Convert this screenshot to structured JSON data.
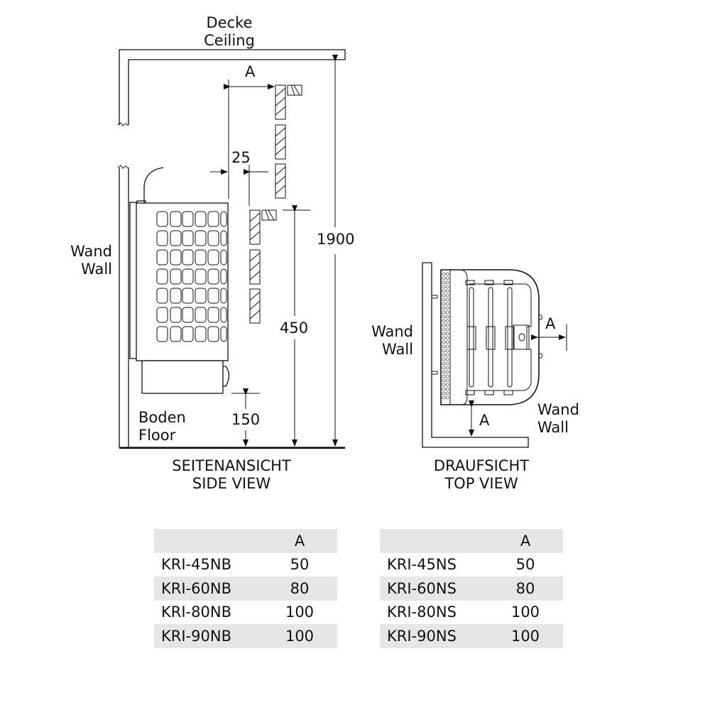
{
  "side_view": {
    "ceiling_label_de": "Decke",
    "ceiling_label_en": "Ceiling",
    "wall_label_de": "Wand",
    "wall_label_en": "Wall",
    "floor_label_de": "Boden",
    "floor_label_en": "Floor",
    "dim_a": "A",
    "dim_25": "25",
    "dim_450": "450",
    "dim_150": "150",
    "dim_1900": "1900",
    "caption_de": "SEITENANSICHT",
    "caption_en": "SIDE VIEW"
  },
  "top_view": {
    "wall_left_de": "Wand",
    "wall_left_en": "Wall",
    "wall_bottom_de": "Wand",
    "wall_bottom_en": "Wall",
    "dim_a_right": "A",
    "dim_a_bottom": "A",
    "caption_de": "DRAUFSICHT",
    "caption_en": "TOP VIEW"
  },
  "tables": [
    {
      "header": [
        "",
        "A"
      ],
      "rows": [
        [
          "KRI-45NB",
          "50"
        ],
        [
          "KRI-60NB",
          "80"
        ],
        [
          "KRI-80NB",
          "100"
        ],
        [
          "KRI-90NB",
          "100"
        ]
      ]
    },
    {
      "header": [
        "",
        "A"
      ],
      "rows": [
        [
          "KRI-45NS",
          "50"
        ],
        [
          "KRI-60NS",
          "80"
        ],
        [
          "KRI-80NS",
          "100"
        ],
        [
          "KRI-90NS",
          "100"
        ]
      ]
    }
  ]
}
